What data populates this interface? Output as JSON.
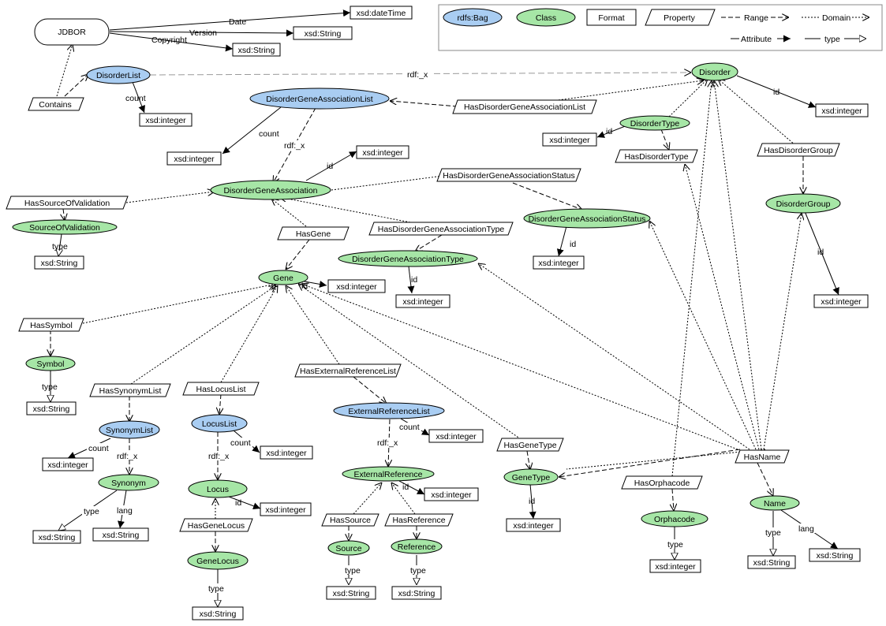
{
  "diagram": {
    "nodes": {
      "jdbor": "JDBOR",
      "contains": "Contains",
      "dt_datetime": "xsd:dateTime",
      "dt_version": "xsd:String",
      "dt_copyright": "xsd:String",
      "disorderlist": "DisorderList",
      "dl_count": "xsd:integer",
      "disorder": "Disorder",
      "disorder_id": "xsd:integer",
      "has_dga_list": "HasDisorderGeneAssociationList",
      "dga_list": "DisorderGeneAssociationList",
      "dga_list_count": "xsd:integer",
      "disordertype": "DisorderType",
      "disordertype_id": "xsd:integer",
      "has_disordertype": "HasDisorderType",
      "has_disordergroup": "HasDisorderGroup",
      "disordergroup": "DisorderGroup",
      "disordergroup_id": "xsd:integer",
      "dga": "DisorderGeneAssociation",
      "dga_id": "xsd:integer",
      "has_dga_status": "HasDisorderGeneAssociationStatus",
      "dga_status": "DisorderGeneAssociationStatus",
      "dga_status_id": "xsd:integer",
      "has_source_validation": "HasSourceOfValidation",
      "source_validation": "SourceOfValidation",
      "source_validation_type": "xsd:String",
      "has_gene": "HasGene",
      "has_dga_type": "HasDisorderGeneAssociationType",
      "dga_type": "DisorderGeneAssociationType",
      "dga_type_id": "xsd:integer",
      "gene": "Gene",
      "gene_id": "xsd:integer",
      "has_symbol": "HasSymbol",
      "symbol": "Symbol",
      "symbol_type": "xsd:String",
      "has_synonym_list": "HasSynonymList",
      "synonymlist": "SynonymList",
      "synonymlist_count": "xsd:integer",
      "synonym": "Synonym",
      "synonym_type": "xsd:String",
      "synonym_lang": "xsd:String",
      "has_locus_list": "HasLocusList",
      "locuslist": "LocusList",
      "locuslist_count": "xsd:integer",
      "locus": "Locus",
      "locus_id": "xsd:integer",
      "has_gene_locus": "HasGeneLocus",
      "genelocus": "GeneLocus",
      "genelocus_type": "xsd:String",
      "has_extref_list": "HasExternalReferenceList",
      "extref_list": "ExternalReferenceList",
      "extref_list_count": "xsd:integer",
      "extref": "ExternalReference",
      "extref_id": "xsd:integer",
      "has_source": "HasSource",
      "source": "Source",
      "source_type": "xsd:String",
      "has_reference": "HasReference",
      "reference": "Reference",
      "reference_type": "xsd:String",
      "has_genetype": "HasGeneType",
      "genetype": "GeneType",
      "genetype_id": "xsd:integer",
      "has_name": "HasName",
      "has_orphacode": "HasOrphacode",
      "orphacode": "Orphacode",
      "orphacode_type": "xsd:integer",
      "name": "Name",
      "name_type": "xsd:String",
      "name_lang": "xsd:String"
    },
    "edges": {
      "date": "Date",
      "version": "Version",
      "copyright": "Copyright",
      "count": "count",
      "rdf_x": "rdf:_x",
      "id": "id",
      "type": "type",
      "lang": "lang"
    },
    "legend": {
      "bag": "rdfs:Bag",
      "class": "Class",
      "format": "Format",
      "property": "Property",
      "range": "Range",
      "domain": "Domain",
      "attribute": "Attribute",
      "type": "type"
    }
  },
  "colors": {
    "class_fill": "#a6e6a6",
    "bag_fill": "#a9cdf2",
    "stroke": "#000000",
    "legend_border": "#888888"
  }
}
